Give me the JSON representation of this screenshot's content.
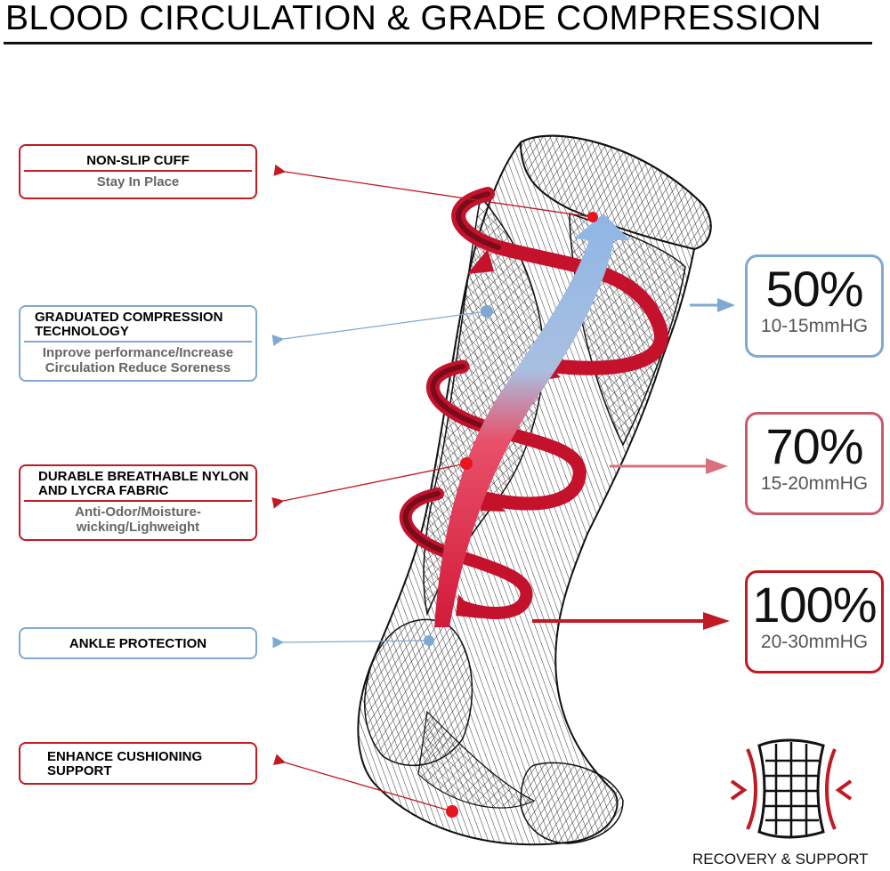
{
  "title": "BLOOD CIRCULATION & GRADE COMPRESSION",
  "colors": {
    "red": "#c01a22",
    "blue": "#7fa9d2",
    "pink": "#d9707e",
    "text": "#111111"
  },
  "callouts": [
    {
      "heading": "NON-SLIP CUFF",
      "sub": "Stay In Place",
      "color": "red"
    },
    {
      "heading": "GRADUATED COMPRESSION TECHNOLOGY",
      "sub": "Inprove performance/Increase Circulation Reduce Soreness",
      "color": "blue"
    },
    {
      "heading": "DURABLE BREATHABLE NYLON AND LYCRA FABRIC",
      "sub": "Anti-Odor/Moisture-wicking/Lighweight",
      "color": "red"
    },
    {
      "heading": "ANKLE PROTECTION",
      "sub": "",
      "color": "blue"
    },
    {
      "heading": "ENHANCE CUSHIONING SUPPORT",
      "sub": "",
      "color": "red"
    }
  ],
  "compression_levels": [
    {
      "percent": "50%",
      "range": "10-15mmHG",
      "color": "#7fa9d2"
    },
    {
      "percent": "70%",
      "range": "15-20mmHG",
      "color": "#d9707e"
    },
    {
      "percent": "100%",
      "range": "20-30mmHG",
      "color": "#c01a22"
    }
  ],
  "recovery": {
    "label": "RECOVERY & SUPPORT",
    "icon": "compression-sleeve-icon"
  }
}
